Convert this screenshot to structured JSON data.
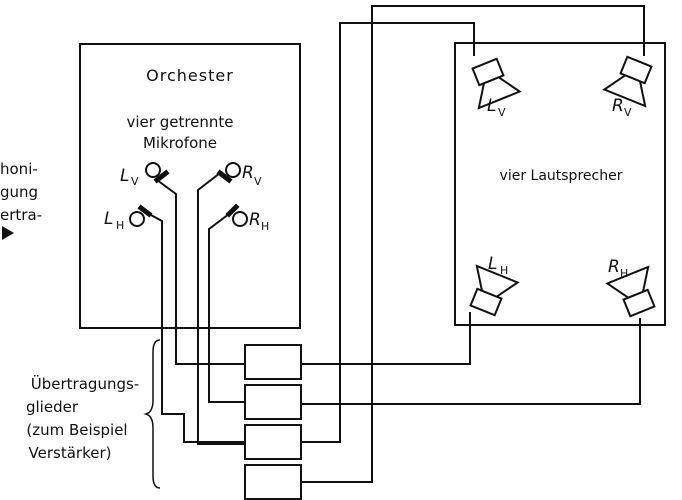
{
  "colors": {
    "ink": "#111111",
    "paper": "#ffffff"
  },
  "side_text": {
    "line1": "honi-",
    "line2": "gung",
    "line3": "ertra-",
    "arrow_icon": "triangle-right-icon"
  },
  "orchestra": {
    "title": "Orchester",
    "subtitle_line1": "vier getrennte",
    "subtitle_line2": "Mikrofone",
    "microphones": [
      {
        "letter": "L",
        "index": "V"
      },
      {
        "letter": "R",
        "index": "V"
      },
      {
        "letter": "L",
        "index": "H"
      },
      {
        "letter": "R",
        "index": "H"
      }
    ]
  },
  "room": {
    "title": "vier Lautsprecher",
    "speakers": [
      {
        "letter": "L",
        "index": "V"
      },
      {
        "letter": "R",
        "index": "V"
      },
      {
        "letter": "L",
        "index": "H"
      },
      {
        "letter": "R",
        "index": "H"
      }
    ]
  },
  "transmission": {
    "line1": "Übertragungs-",
    "line2": "glieder",
    "line3": "(zum Beispiel",
    "line4": "Verstärker)",
    "unit_count": 4
  }
}
